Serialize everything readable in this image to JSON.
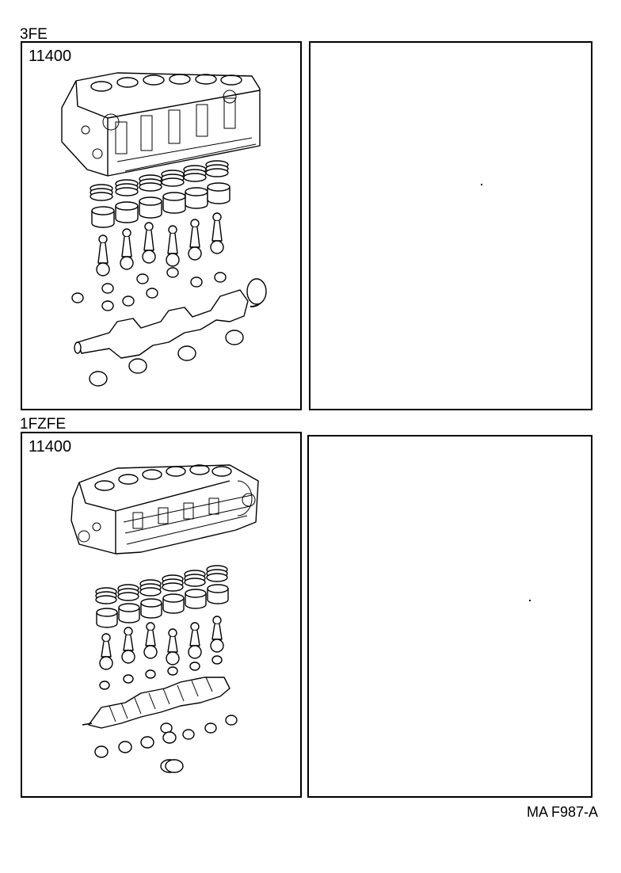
{
  "sections": [
    {
      "engine_label": "3FE",
      "part_number": "11400"
    },
    {
      "engine_label": "1FZFE",
      "part_number": "11400"
    }
  ],
  "footer_code": "MA F987-A",
  "colors": {
    "line": "#000000",
    "background": "#ffffff"
  }
}
